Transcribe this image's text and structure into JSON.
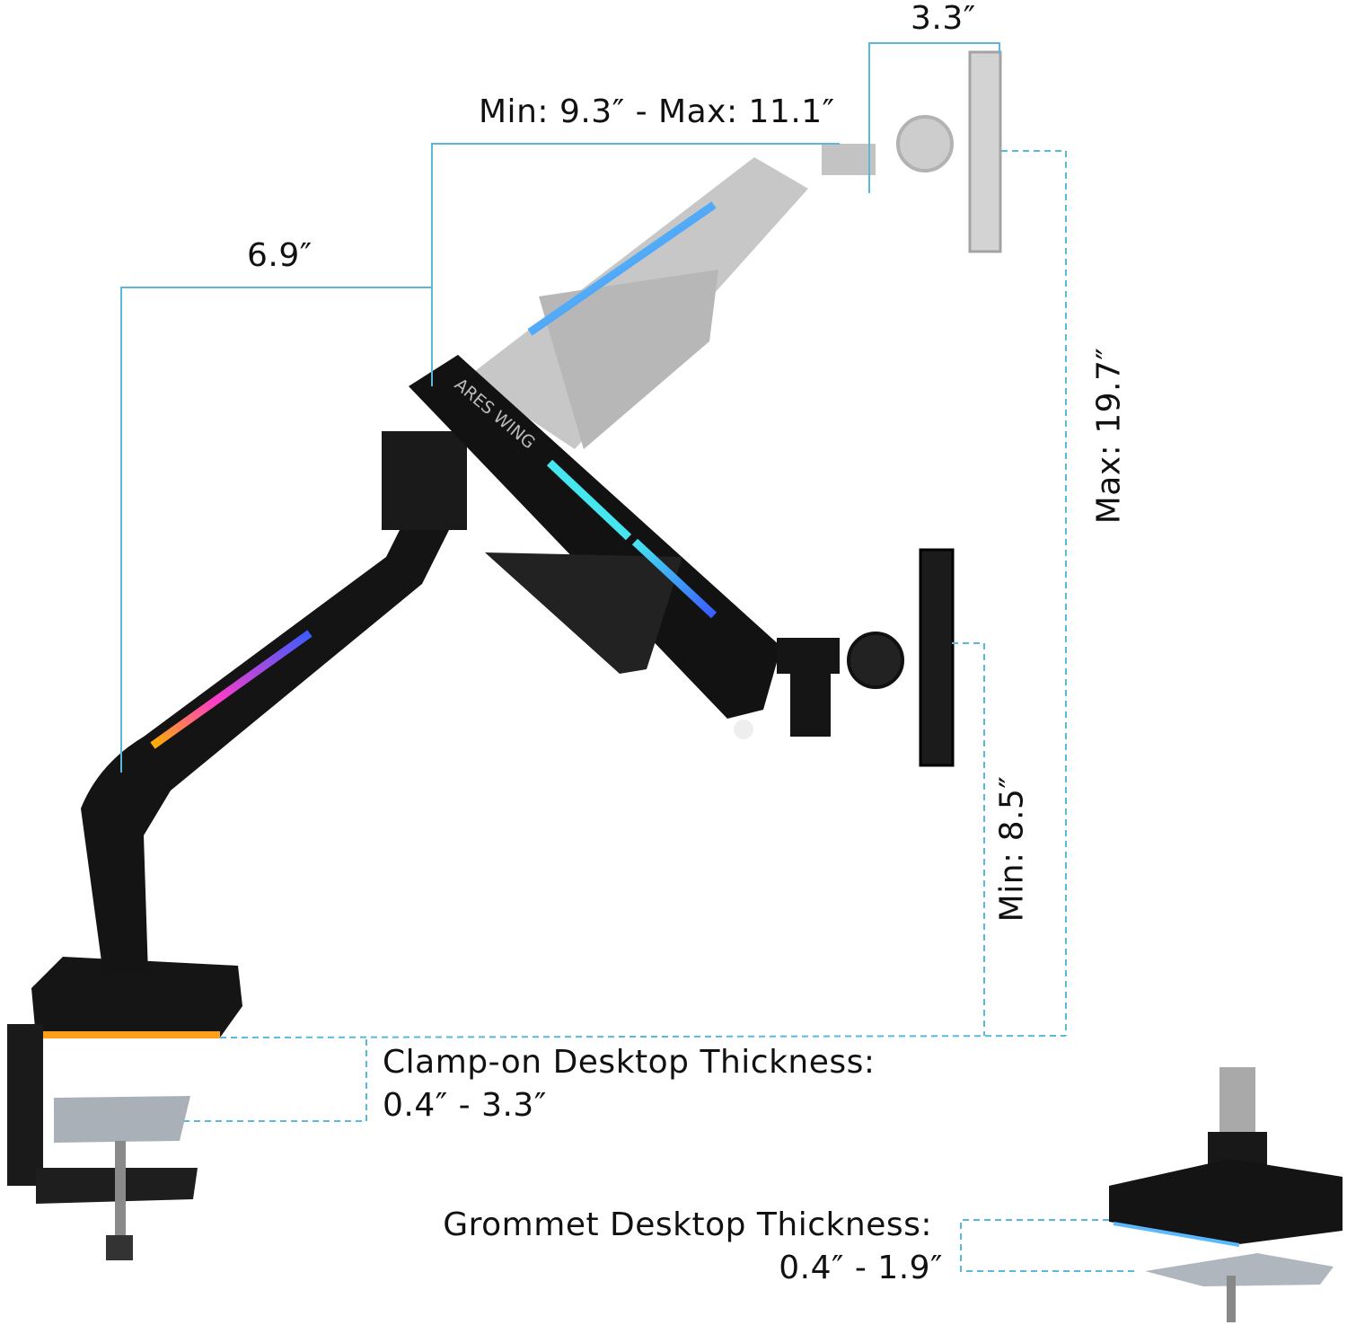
{
  "colors": {
    "dimension_line": "#5ab8d8",
    "arm": "#141414",
    "ghost_arm": "#b9b9b9",
    "rgb_cyan": "#46e6f0",
    "rgb_blue": "#3a5cff"
  },
  "brand_lettering": "ARES WING",
  "dimensions": {
    "plate_depth": "3.3″",
    "arm_extension": "Min: 9.3″ - Max: 11.1″",
    "lower_arm": "6.9″",
    "max_height": "Max: 19.7″",
    "min_height": "Min: 8.5″"
  },
  "clamp": {
    "title": "Clamp-on Desktop Thickness:",
    "range": "0.4″ - 3.3″"
  },
  "grommet": {
    "title": "Grommet Desktop Thickness:",
    "range": "0.4″ - 1.9″"
  }
}
